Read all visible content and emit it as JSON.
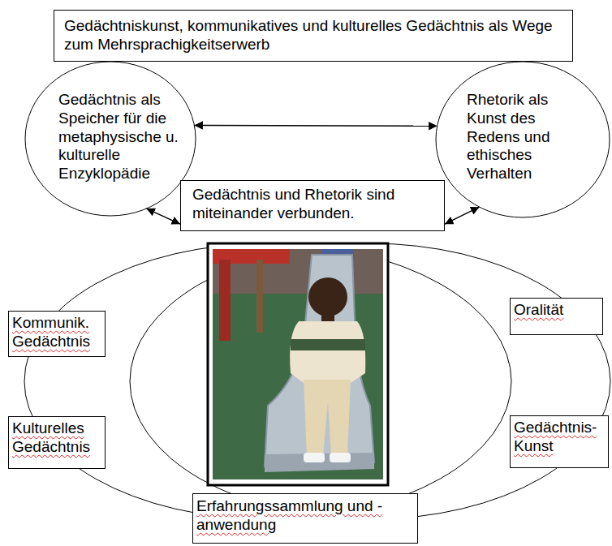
{
  "diagram": {
    "title": "Gedächtniskunst, kommunikatives und kulturelles Gedächtnis als Wege zum Mehrsprachigkeitserwerb",
    "nodes": [
      {
        "text": [
          "Gedächtnis als Speicher für die metaphysische u. kulturelle Enzyklopädie"
        ]
      },
      {
        "text": [
          "Rhetorik als Kunst des Redens und ethisches Verhalten"
        ]
      },
      {
        "text": [
          "Gedächtnis und Rhetorik sind miteinander verbunden."
        ]
      },
      {
        "text": [
          "Kommunik. Gedächtnis"
        ]
      },
      {
        "text": [
          "Oralität"
        ]
      },
      {
        "text": [
          "Kulturelles Gedächtnis"
        ]
      },
      {
        "text": [
          "Gedächtnis-Kunst"
        ]
      },
      {
        "text": [
          "Erfahrungssammlung und -anwendung"
        ]
      }
    ],
    "edges": [
      {
        "from": 0,
        "to": 1,
        "arrow": "both"
      },
      {
        "from": 2,
        "to": 0,
        "arrow": "both"
      },
      {
        "from": 2,
        "to": 1,
        "arrow": "both"
      }
    ]
  }
}
